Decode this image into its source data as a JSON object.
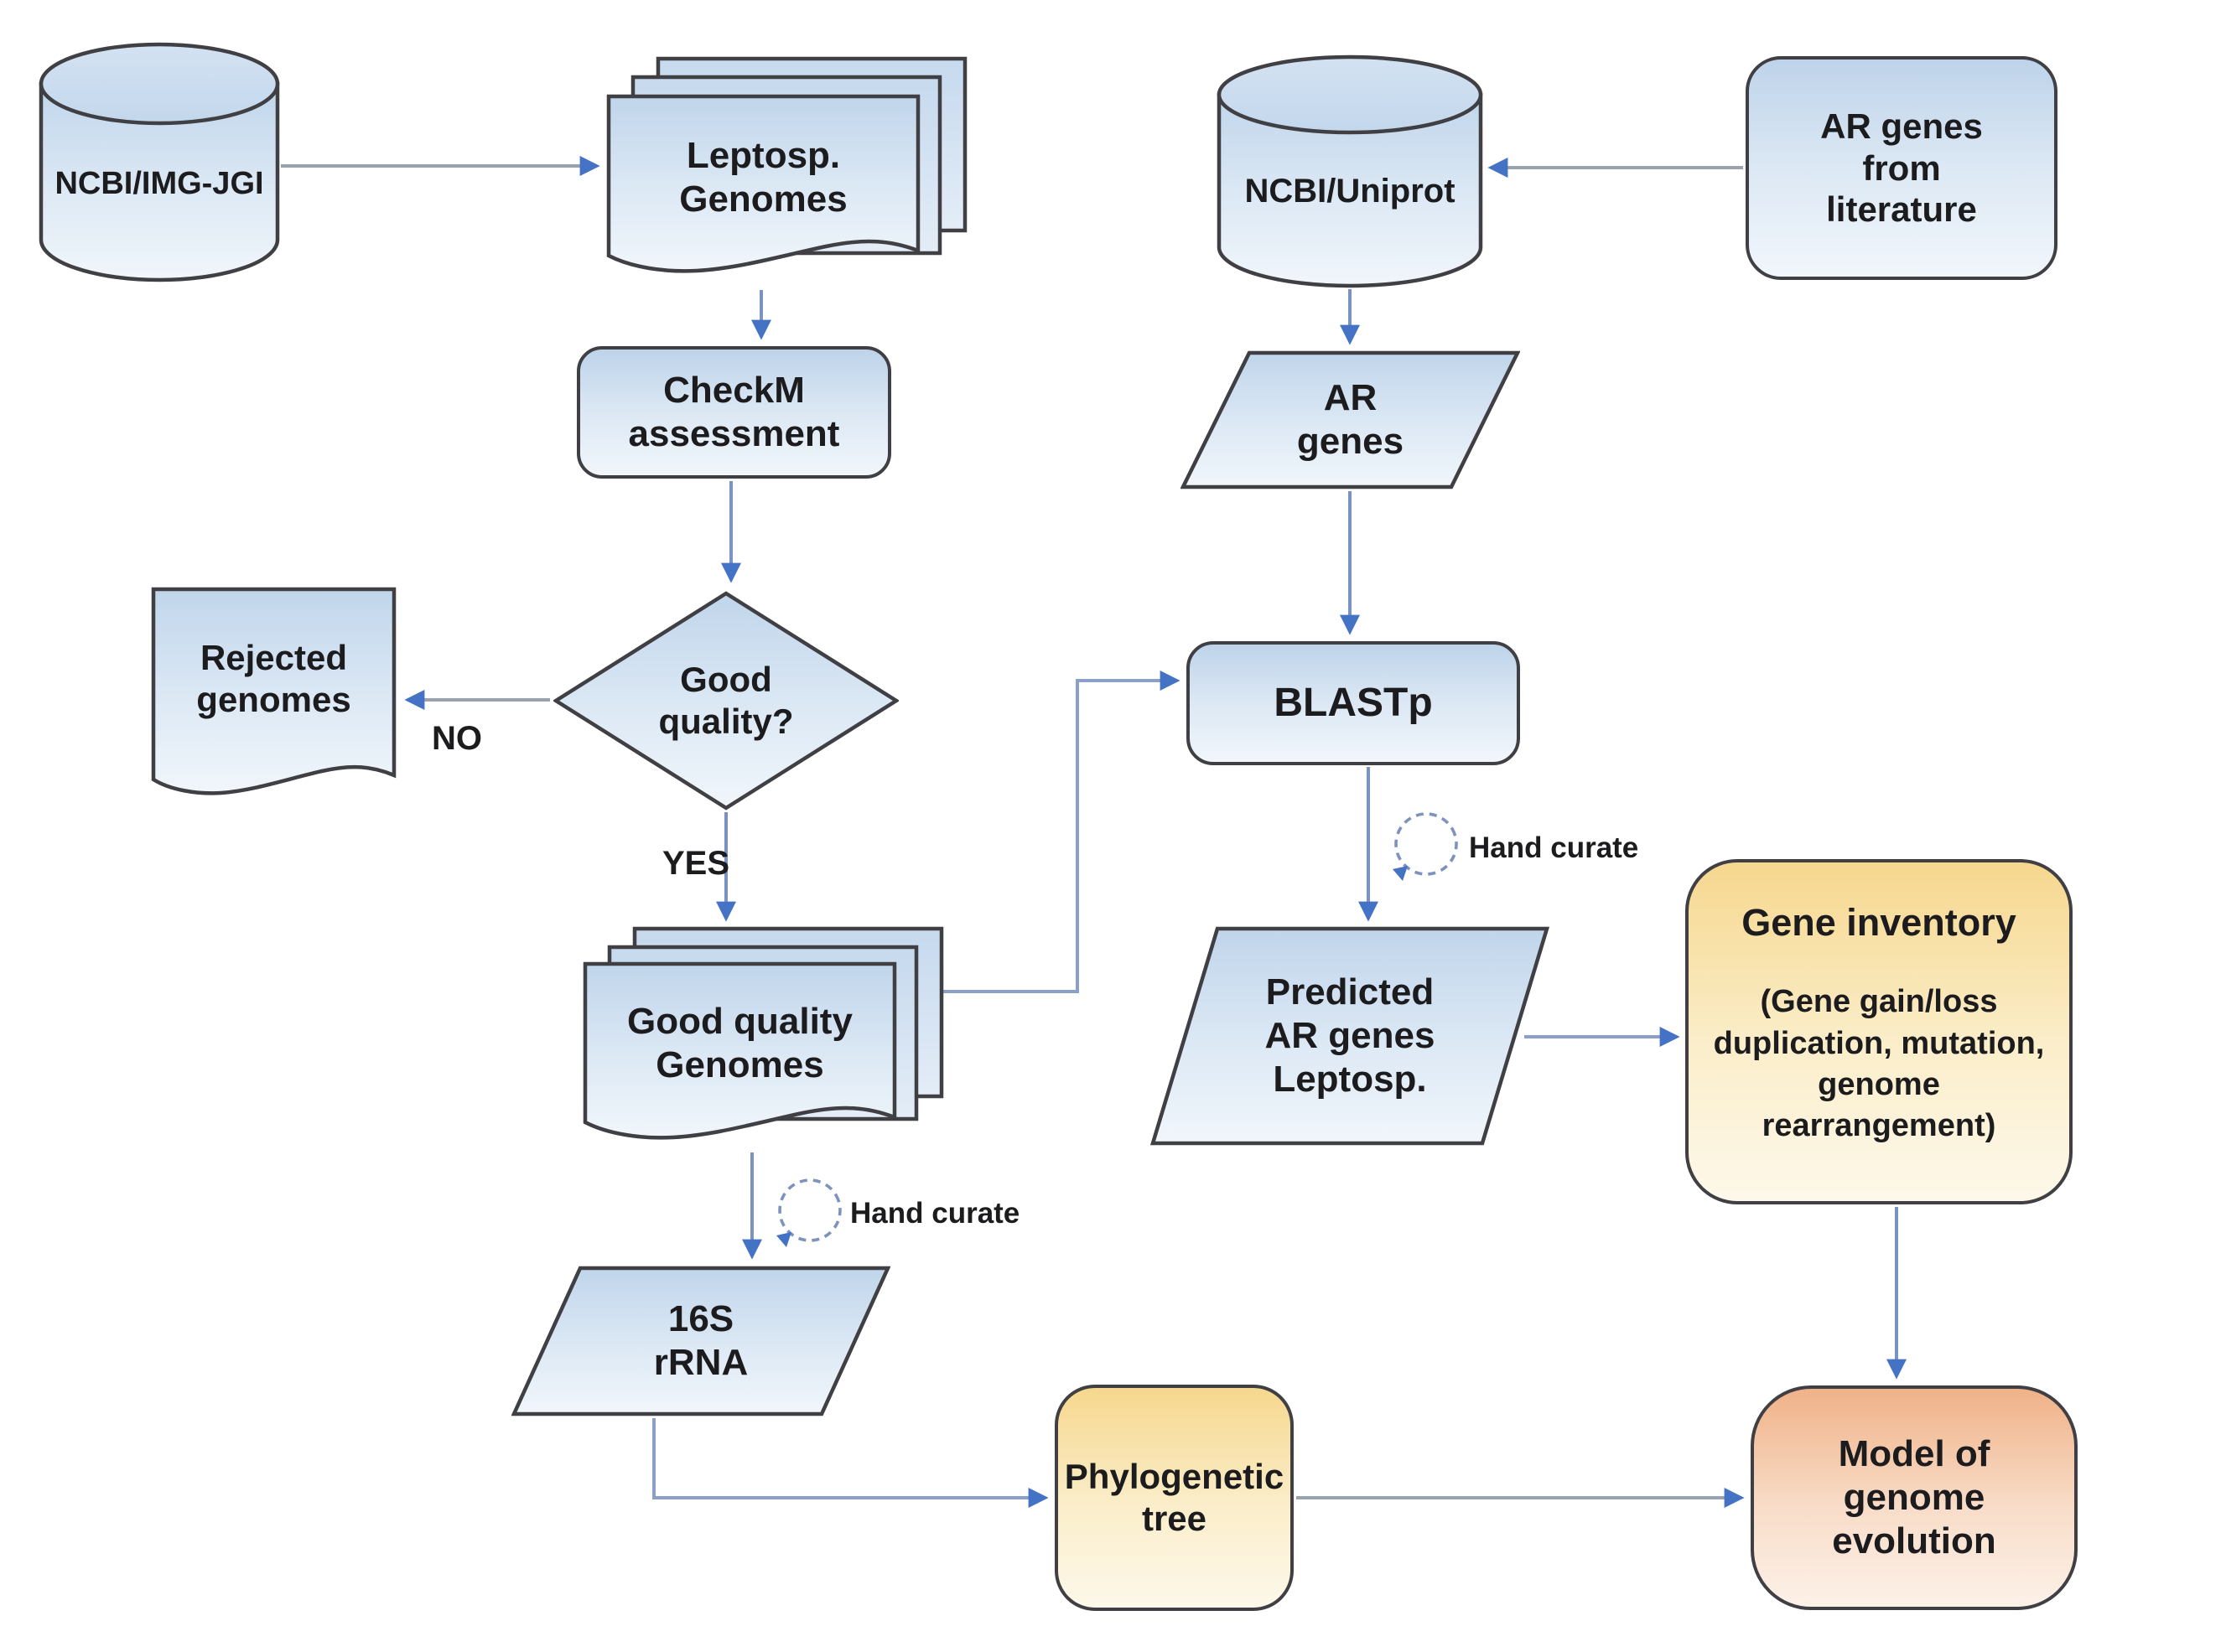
{
  "diagram": {
    "nodes": {
      "ncbi_img_jgi": {
        "label": "NCBI/IMG-JGI",
        "shape": "database-cylinder"
      },
      "leptosp_genomes": {
        "label": "Leptosp.\nGenomes",
        "shape": "multi-document"
      },
      "checkm": {
        "label": "CheckM\nassessment",
        "shape": "rounded-rectangle"
      },
      "good_quality": {
        "label": "Good\nquality?",
        "shape": "decision-diamond"
      },
      "rejected_genomes": {
        "label": "Rejected\ngenomes",
        "shape": "document"
      },
      "good_quality_genomes": {
        "label": "Good quality\nGenomes",
        "shape": "multi-document"
      },
      "s16_rrna": {
        "label": "16S\nrRNA",
        "shape": "parallelogram"
      },
      "phylogenetic_tree": {
        "label": "Phylogenetic\ntree",
        "shape": "rounded-rectangle"
      },
      "ncbi_uniprot": {
        "label": "NCBI/Uniprot",
        "shape": "database-cylinder"
      },
      "ar_genes_literature": {
        "label": "AR genes\nfrom\nliterature",
        "shape": "rounded-rectangle"
      },
      "ar_genes": {
        "label": "AR\ngenes",
        "shape": "parallelogram"
      },
      "blastp": {
        "label": "BLASTp",
        "shape": "rounded-rectangle"
      },
      "predicted_ar_genes": {
        "label": "Predicted\nAR genes\nLeptosp.",
        "shape": "parallelogram"
      },
      "gene_inventory": {
        "title": "Gene inventory",
        "details": "(Gene gain/loss\nduplication, mutation,\ngenome\nrearrangement)",
        "shape": "rounded-rectangle"
      },
      "model_genome_evolution": {
        "label": "Model of\ngenome\nevolution",
        "shape": "rounded-rectangle"
      }
    },
    "edge_labels": {
      "no": "NO",
      "yes": "YES",
      "hand_curate_1": "Hand curate",
      "hand_curate_2": "Hand curate"
    },
    "edges": [
      {
        "from": "ncbi_img_jgi",
        "to": "leptosp_genomes"
      },
      {
        "from": "leptosp_genomes",
        "to": "checkm"
      },
      {
        "from": "checkm",
        "to": "good_quality"
      },
      {
        "from": "good_quality",
        "to": "rejected_genomes",
        "label": "NO"
      },
      {
        "from": "good_quality",
        "to": "good_quality_genomes",
        "label": "YES"
      },
      {
        "from": "good_quality_genomes",
        "to": "blastp"
      },
      {
        "from": "good_quality_genomes",
        "to": "s16_rrna",
        "label": "Hand curate"
      },
      {
        "from": "s16_rrna",
        "to": "phylogenetic_tree"
      },
      {
        "from": "phylogenetic_tree",
        "to": "model_genome_evolution"
      },
      {
        "from": "ar_genes_literature",
        "to": "ncbi_uniprot"
      },
      {
        "from": "ncbi_uniprot",
        "to": "ar_genes"
      },
      {
        "from": "ar_genes",
        "to": "blastp"
      },
      {
        "from": "blastp",
        "to": "predicted_ar_genes",
        "label": "Hand curate"
      },
      {
        "from": "predicted_ar_genes",
        "to": "gene_inventory"
      },
      {
        "from": "gene_inventory",
        "to": "model_genome_evolution"
      }
    ],
    "colors": {
      "blue_top": "#bed3ea",
      "blue_bottom": "#f1f6fb",
      "yellow_top": "#f6d78e",
      "yellow_bottom": "#fdf8ea",
      "orange_top": "#f0b288",
      "orange_bottom": "#fdf1e8",
      "shape_stroke": "#3f3f44",
      "arrowhead": "#4472c4",
      "line_blue": "#7b93c4",
      "line_gray": "#9aa3ad",
      "text": "#1c1c1e"
    }
  }
}
